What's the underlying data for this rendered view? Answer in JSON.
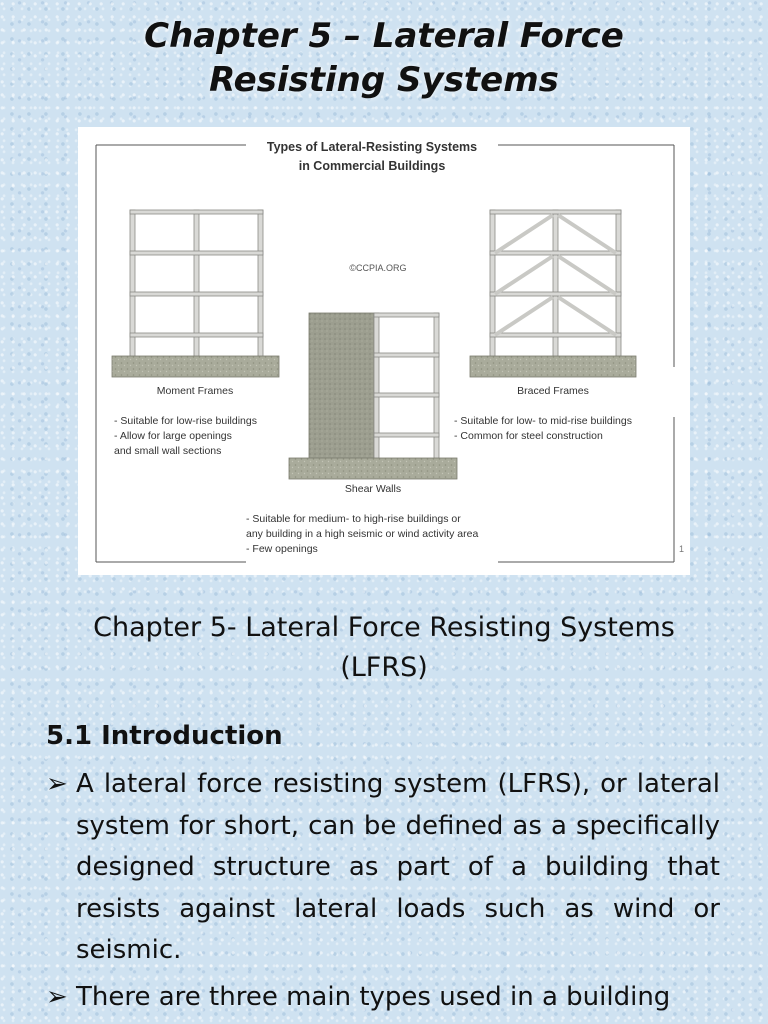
{
  "slide": {
    "title_line1": "Chapter 5 – Lateral Force",
    "title_line2": "Resisting Systems"
  },
  "figure": {
    "title_line1": "Types of Lateral-Resisting Systems",
    "title_line2": "in Commercial Buildings",
    "watermark": "©CCPIA.ORG",
    "page_number": "1",
    "moment_frames": {
      "label": "Moment Frames",
      "notes": [
        "- Suitable for low-rise buildings",
        "- Allow for large openings",
        "  and small wall sections"
      ]
    },
    "braced_frames": {
      "label": "Braced Frames",
      "notes": [
        "- Suitable for low- to mid-rise buildings",
        "- Common for steel construction"
      ]
    },
    "shear_walls": {
      "label": "Shear Walls",
      "notes": [
        "- Suitable for medium- to high-rise buildings or",
        "  any building in a high seismic or wind activity area",
        "- Few openings"
      ]
    }
  },
  "content": {
    "heading_line1": "Chapter 5- Lateral Force Resisting Systems",
    "heading_line2": "(LFRS)",
    "intro_heading": "5.1 Introduction",
    "bullet_symbol": "➢",
    "bullet1": "A lateral force resisting system (LFRS), or lateral system for short, can be defined as a specifically designed structure as part of a building that resists against lateral loads such as wind or seismic.",
    "bullet2": "There are three main types used in a building"
  }
}
